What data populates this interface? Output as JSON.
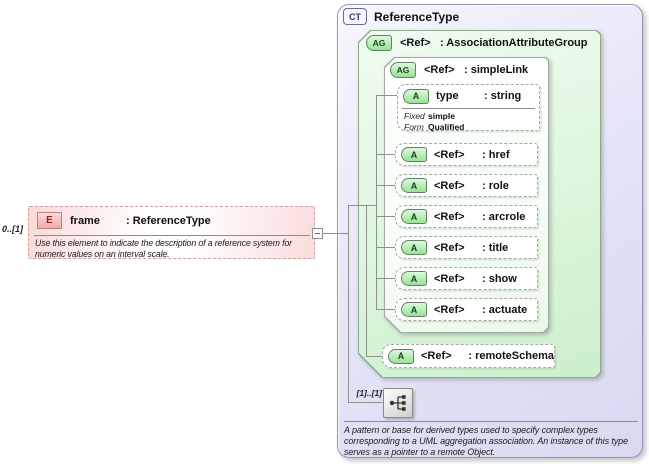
{
  "colors": {
    "container_fill": "#e2e2f6",
    "container_border": "#9494b2",
    "group_green_fill": "#d9f4d9",
    "badge_green": "#9ce29c",
    "element_pink": "#f6b0b0",
    "connector_line": "#909090"
  },
  "ct": {
    "badge": "CT",
    "title": "ReferenceType",
    "association_group": {
      "badge": "AG",
      "ref": "<Ref>",
      "type": ": AssociationAttributeGroup"
    },
    "simple_link": {
      "badge": "AG",
      "ref": "<Ref>",
      "type": ": simpleLink"
    },
    "type_attr": {
      "badge": "A",
      "name": "type",
      "type": ": string",
      "fixed_label": "Fixed",
      "fixed_value": "simple",
      "form_label": "Form",
      "form_value": "Qualified"
    },
    "attrs": [
      {
        "badge": "A",
        "ref": "<Ref>",
        "type": ": href"
      },
      {
        "badge": "A",
        "ref": "<Ref>",
        "type": ": role"
      },
      {
        "badge": "A",
        "ref": "<Ref>",
        "type": ": arcrole"
      },
      {
        "badge": "A",
        "ref": "<Ref>",
        "type": ": title"
      },
      {
        "badge": "A",
        "ref": "<Ref>",
        "type": ": show"
      },
      {
        "badge": "A",
        "ref": "<Ref>",
        "type": ": actuate"
      }
    ],
    "remote_schema": {
      "badge": "A",
      "ref": "<Ref>",
      "type": ": remoteSchema"
    },
    "model_group": {
      "cardinality": "[1]..[1]",
      "icon": "aggregation-model-group-icon"
    },
    "annotation_lines": [
      "A pattern or base for derived types used to specify complex types",
      "corresponding to a UML aggregation association.  An instance of this type",
      "serves as a pointer to a remote Object."
    ]
  },
  "element": {
    "badge": "E",
    "name": "frame",
    "type": ": ReferenceType",
    "cardinality": "0..[1]",
    "annotation_lines": [
      "Use this element to indicate the description of a reference system for",
      "numeric values on an interval scale."
    ]
  }
}
